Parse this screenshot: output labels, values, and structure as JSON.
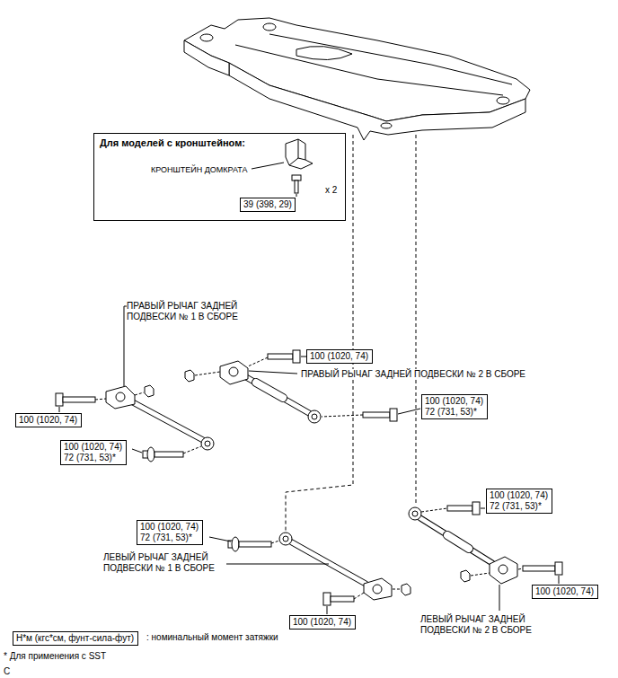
{
  "diagram": {
    "nodes": [
      {
        "text": [
          "Для моделей с кронштейном:"
        ]
      },
      {
        "text": [
          "39 (398, 29)"
        ],
        "in": 0
      },
      {
        "text": [
          "100 (1020, 74)"
        ]
      },
      {
        "text": [
          "100 (1020, 74)"
        ]
      },
      {
        "text": [
          "100 (1020, 74)",
          "72 (731, 53)*"
        ]
      },
      {
        "text": [
          "100 (1020, 74)",
          "72 (731, 53)*"
        ]
      },
      {
        "text": [
          "100 (1020, 74)",
          "72 (731, 53)*"
        ]
      },
      {
        "text": [
          "100 (1020, 74)",
          "72 (731, 53)*"
        ]
      },
      {
        "text": [
          "100 (1020, 74)"
        ]
      },
      {
        "text": [
          "100 (1020, 74)"
        ]
      },
      {
        "text": [
          "Н*м (кгс*см, фунт-сила-фут)"
        ]
      }
    ],
    "labels": [
      "КРОНШТЕЙН ДОМКРАТА",
      "x 2",
      "ПРАВЫЙ РЫЧАГ ЗАДНЕЙ ПОДВЕСКИ № 1 В СБОРЕ",
      "ПРАВЫЙ РЫЧАГ ЗАДНЕЙ ПОДВЕСКИ № 2 В СБОРЕ",
      "ЛЕВЫЙ РЫЧАГ ЗАДНЕЙ ПОДВЕСКИ № 1 В СБОРЕ",
      "ЛЕВЫЙ РЫЧАГ ЗАДНЕЙ ПОДВЕСКИ № 2 В СБОРЕ",
      ": номинальный момент затяжки",
      "* Для применения с SST",
      "C"
    ]
  }
}
